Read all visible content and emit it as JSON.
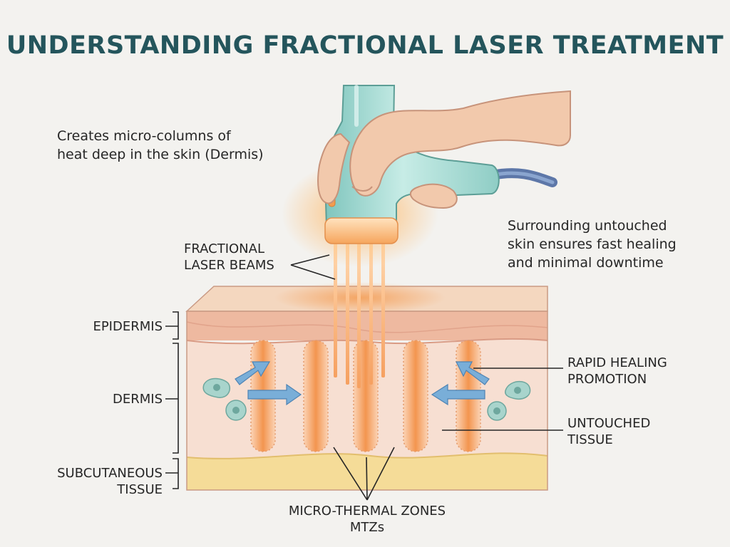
{
  "title": "UNDERSTANDING FRACTIONAL LASER TREATMENT",
  "notes": {
    "left": [
      "Creates micro-columns of",
      "heat deep in the skin (Dermis)"
    ],
    "right": [
      "Surrounding untouched",
      "skin ensures fast healing",
      "and minimal downtime"
    ]
  },
  "labels": {
    "beams": [
      "FRACTIONAL",
      "LASER BEAMS"
    ],
    "epidermis": [
      "EPIDERMIS"
    ],
    "dermis": [
      "DERMIS"
    ],
    "subcutaneous": [
      "SUBCUTANEOUS",
      "TISSUE"
    ],
    "healing": [
      "RAPID HEALING",
      "PROMOTION"
    ],
    "untouched": [
      "UNTOUCHED",
      "TISSUE"
    ],
    "mtz": [
      "MICRO-THERMAL ZONES",
      "MTZs"
    ]
  },
  "colors": {
    "title": "#24555c",
    "text": "#262626",
    "background": "#f3f2ef",
    "epidermis": "#eeb9a0",
    "dermis": "#f7dfd2",
    "subcutaneous": "#f5dc98",
    "heat": "#f3a063",
    "device": "#a9dcd6",
    "skin_hand": "#f2c9ac",
    "arrow": "#79aed8",
    "cell": "#a8d4cc"
  }
}
